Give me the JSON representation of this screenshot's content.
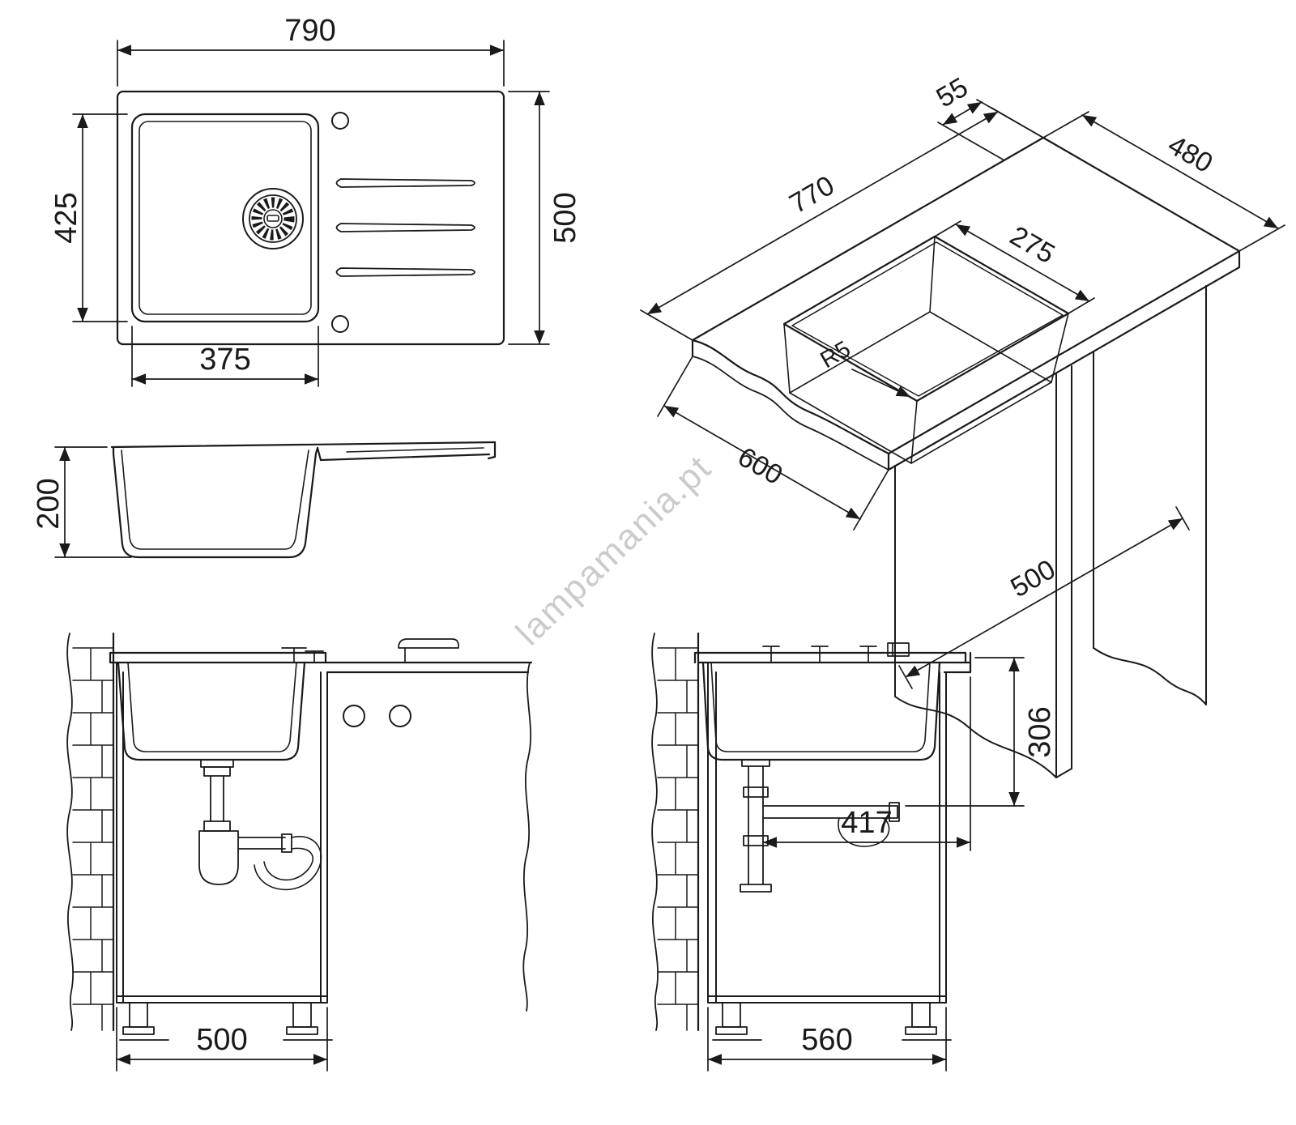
{
  "watermark": "lampamania.pt",
  "dims": {
    "plan": {
      "width": "790",
      "depth": "500",
      "bowl_depth": "425",
      "bowl_width": "375"
    },
    "section": {
      "height": "200"
    },
    "iso": {
      "rim_edge": "55",
      "top_depth": "480",
      "top_length": "770",
      "bowl_inner": "275",
      "corner_radius": "R5",
      "cabinet_depth": "600",
      "cabinet_width": "500"
    },
    "install_front": {
      "cabinet_width": "500"
    },
    "install_side": {
      "mount_height": "306",
      "drain_offset": "417",
      "cabinet_width": "560"
    }
  }
}
